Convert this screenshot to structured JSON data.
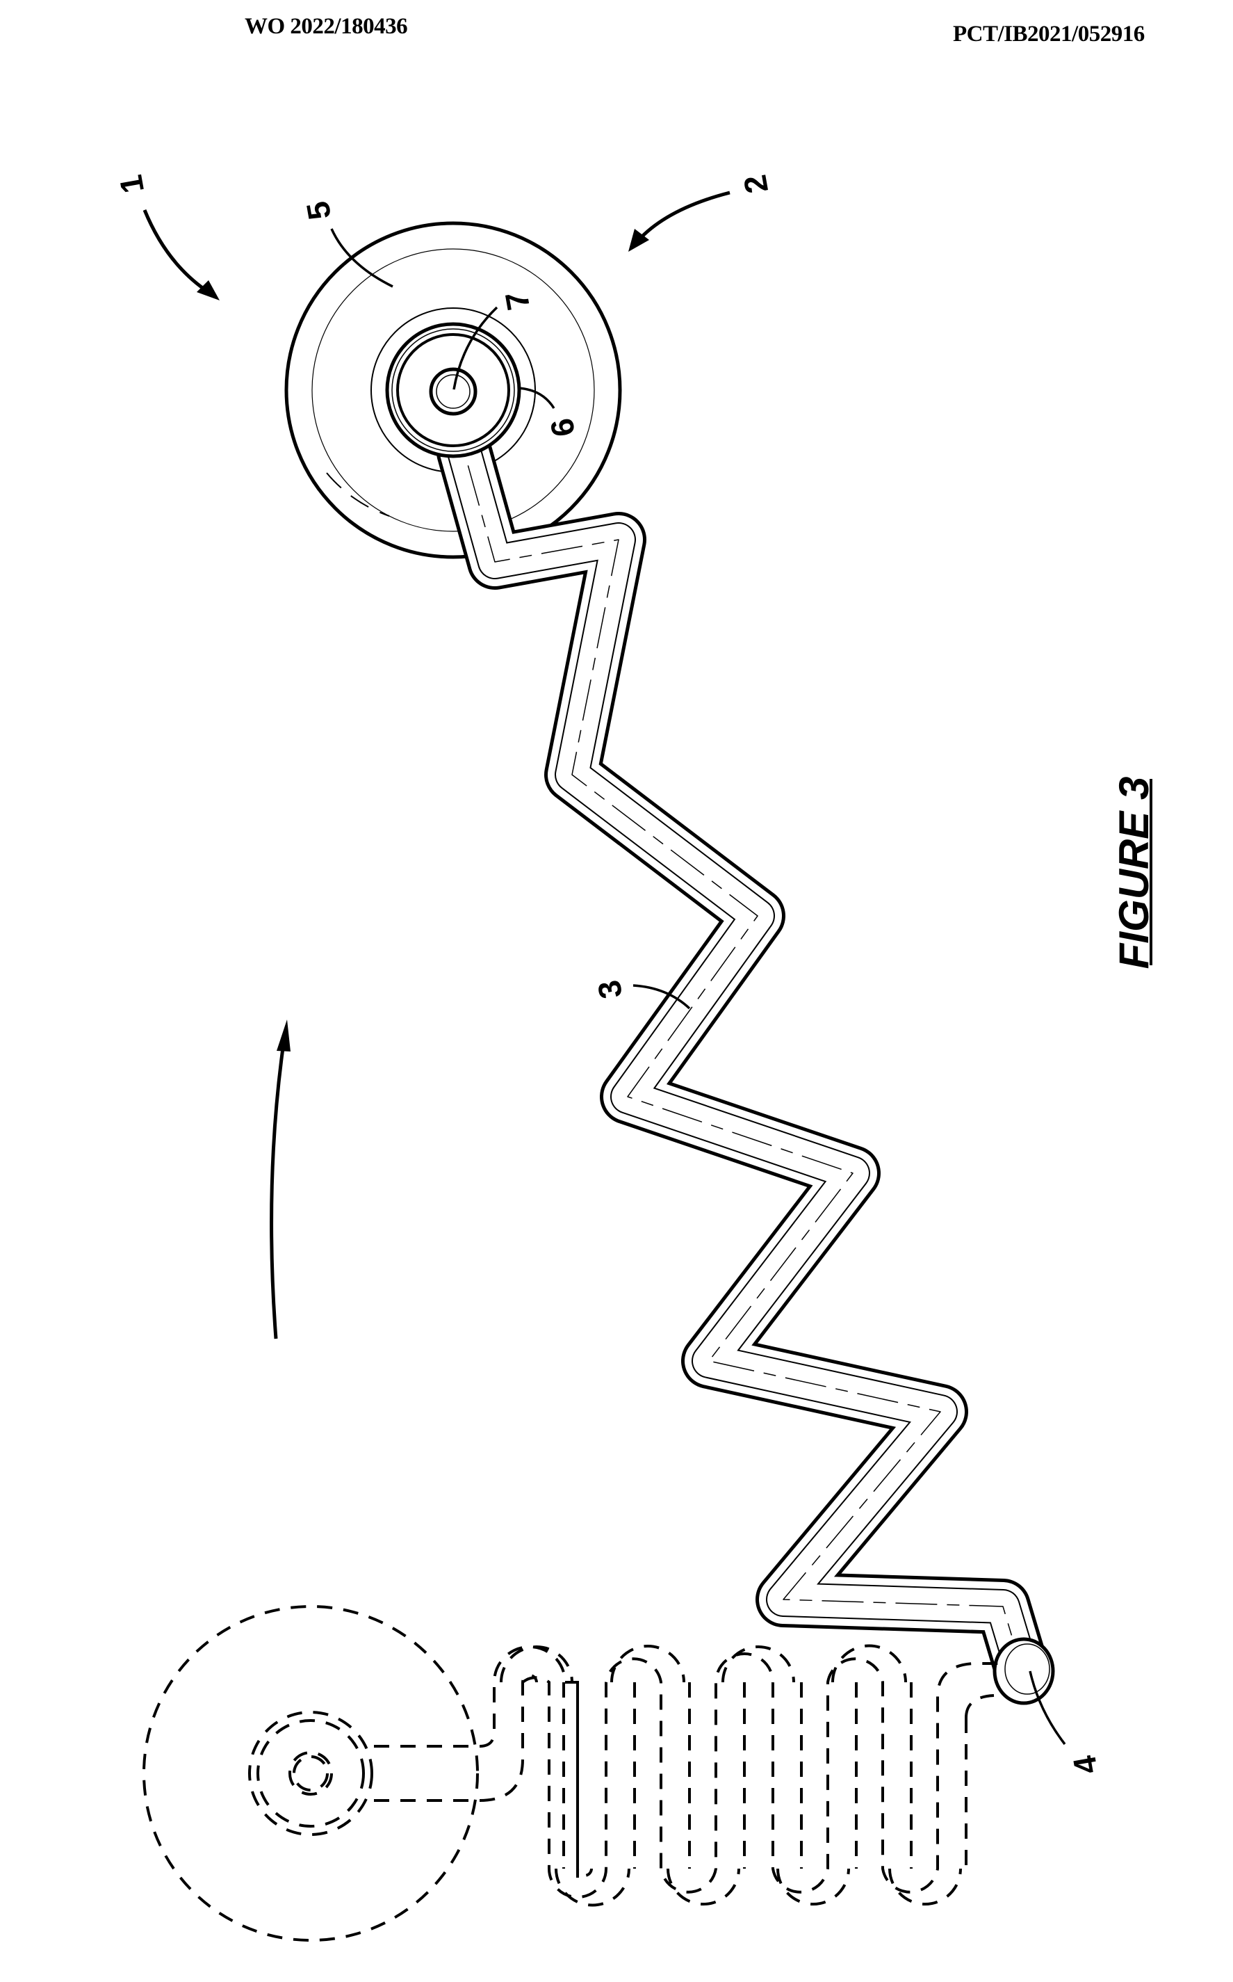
{
  "header": {
    "publication_number": "WO 2022/180436",
    "application_number": "PCT/IB2021/052916"
  },
  "figure": {
    "label": "FIGURE 3",
    "line_color": "#000000",
    "background": "#ffffff"
  },
  "reference_numerals": {
    "r1": "1",
    "r2": "2",
    "r3": "3",
    "r4": "4",
    "r5": "5",
    "r6": "6",
    "r7": "7"
  },
  "components": [
    {
      "numeral": "1",
      "description": "device assembly (arrow)"
    },
    {
      "numeral": "2",
      "description": "device assembly (arrow)"
    },
    {
      "numeral": "3",
      "description": "zig-zag extended channel"
    },
    {
      "numeral": "4",
      "description": "bulb / distal end"
    },
    {
      "numeral": "5",
      "description": "disc-shaped base"
    },
    {
      "numeral": "6",
      "description": "hub ring"
    },
    {
      "numeral": "7",
      "description": "central port"
    }
  ]
}
